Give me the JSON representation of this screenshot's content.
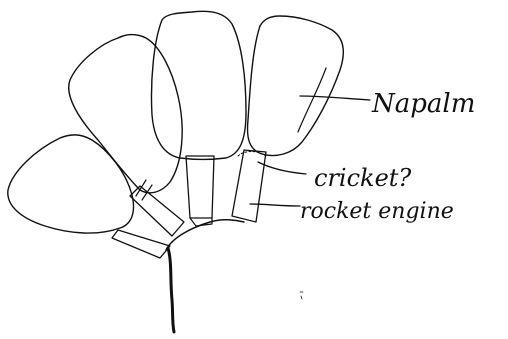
{
  "labels": {
    "napalm": "Napalm",
    "cricket": "cricket?",
    "rocket_engine": "rocket engine"
  },
  "colors": {
    "ink": "#111111",
    "background": "#ffffff"
  }
}
